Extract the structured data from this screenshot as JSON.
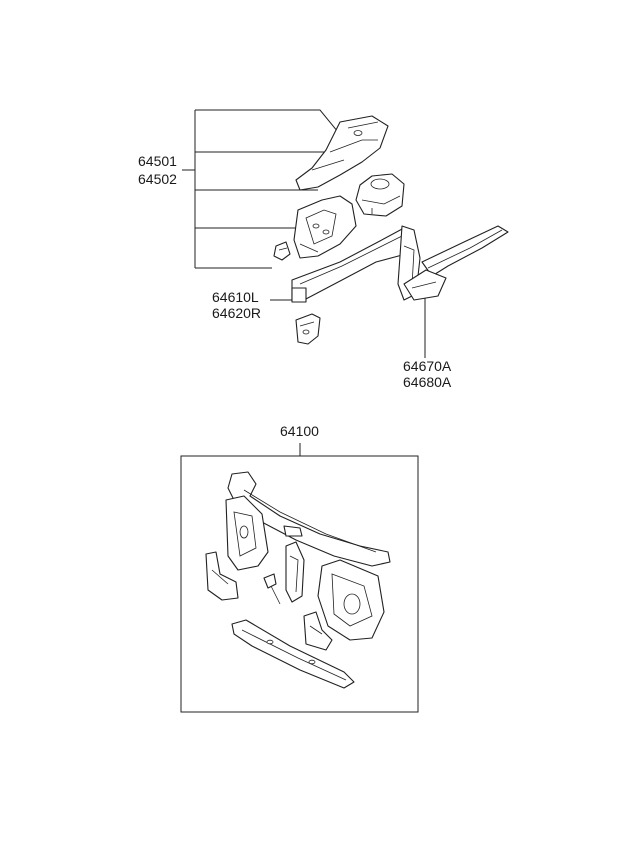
{
  "diagram": {
    "callouts": {
      "side_member_upper": [
        "64501",
        "64502"
      ],
      "side_member_lower": [
        "64610L",
        "64620R"
      ],
      "rear_extension": [
        "64670A",
        "64680A"
      ],
      "radiator_support": "64100"
    }
  }
}
